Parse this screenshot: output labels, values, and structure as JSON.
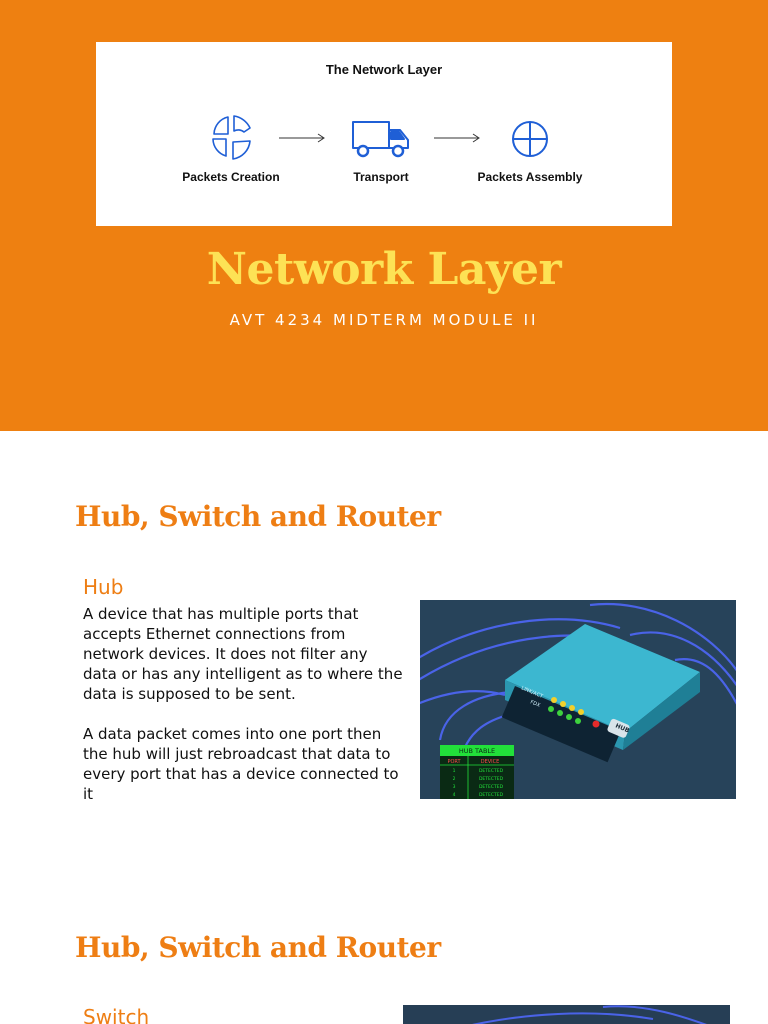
{
  "diagram": {
    "title": "The Network Layer",
    "stages": [
      "Packets Creation",
      "Transport",
      "Packets Assembly"
    ],
    "accent_color": "#1f5fd6"
  },
  "hero": {
    "title": "Network Layer",
    "subtitle": "AVT 4234 MIDTERM MODULE II",
    "background_color": "#ee8011",
    "title_color": "#fde255"
  },
  "sections": [
    {
      "heading": "Hub, Switch and Router",
      "subheading": "Hub",
      "paragraphs": [
        "A device that has multiple ports that accepts Ethernet connections from network devices. It does not filter any data or has any intelligent as to where the data is supposed to be sent.",
        "A data packet comes into one port then the hub will just rebroadcast that data to every port that has a device connected to it"
      ],
      "image": {
        "table_title": "HUB TABLE",
        "table_headers": [
          "PORT",
          "DEVICE"
        ],
        "table_rows": [
          [
            "1",
            "DETECTED"
          ],
          [
            "2",
            "DETECTED"
          ],
          [
            "3",
            "DETECTED"
          ],
          [
            "4",
            "DETECTED"
          ]
        ],
        "panel_labels": [
          "LINK/ACT",
          "FDX"
        ],
        "brand_label": "HUB"
      }
    },
    {
      "heading": "Hub, Switch and Router",
      "subheading": "Switch"
    }
  ],
  "theme": {
    "heading_color": "#ee7e14",
    "hub_body_color": "#2fa3bd"
  }
}
